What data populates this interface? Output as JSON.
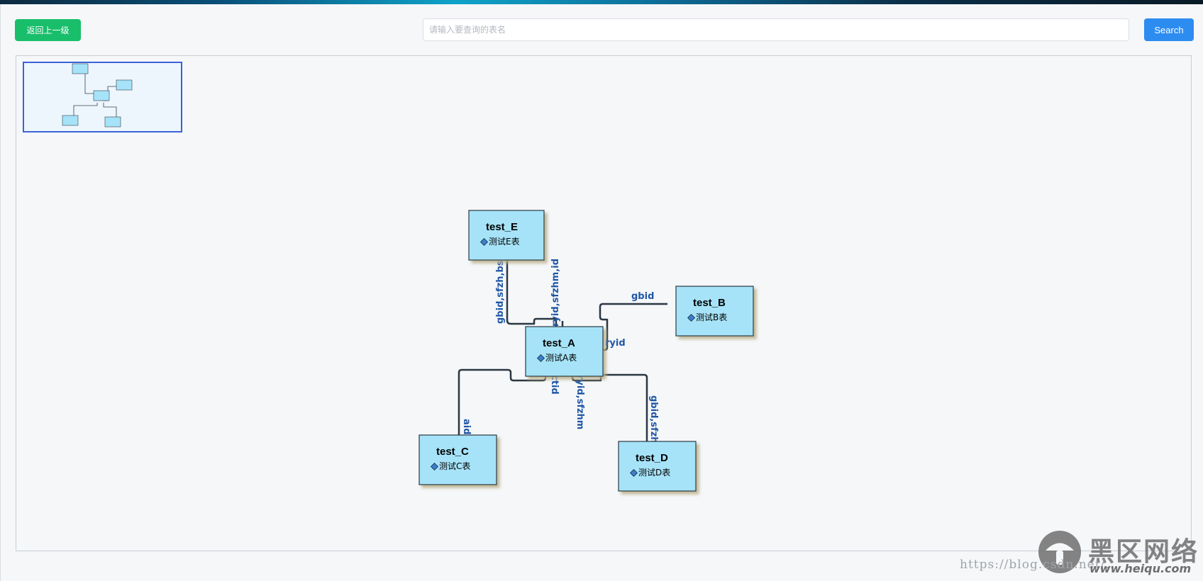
{
  "toolbar": {
    "back_label": "返回上一级",
    "search_placeholder": "请输入要查询的表名",
    "search_value": "",
    "search_label": "Search"
  },
  "colors": {
    "back_button": "#19be6b",
    "search_button": "#2d8cf0",
    "node_fill": "#a6e3f8",
    "edge_stroke": "#2b3742",
    "edge_label": "#1f56a4"
  },
  "diagram": {
    "nodes": [
      {
        "id": "A",
        "title": "test_A",
        "subtitle": "测试A表"
      },
      {
        "id": "B",
        "title": "test_B",
        "subtitle": "测试B表"
      },
      {
        "id": "C",
        "title": "test_C",
        "subtitle": "测试C表"
      },
      {
        "id": "D",
        "title": "test_D",
        "subtitle": "测试D表"
      },
      {
        "id": "E",
        "title": "test_E",
        "subtitle": "测试E表"
      }
    ],
    "edges": [
      {
        "from": "E",
        "to": "A",
        "label": "gbid,sfzh,bsm"
      },
      {
        "from": "A",
        "to": "E",
        "label": "ryid,sfzhm,id"
      },
      {
        "from": "A",
        "to": "B",
        "label": "gbid"
      },
      {
        "from": "A",
        "to": "B",
        "label": "ryid"
      },
      {
        "from": "A",
        "to": "C",
        "label": "aid"
      },
      {
        "from": "A",
        "to": "C",
        "label": "ctid"
      },
      {
        "from": "A",
        "to": "D",
        "label": "ryid,sfzhm"
      },
      {
        "from": "A",
        "to": "D",
        "label": "gbid,sfzh"
      }
    ]
  },
  "watermark": {
    "logo_icon": "heiqu-mushroom-logo-icon",
    "brand": "黑区网络",
    "site": "www.heiqu.com",
    "source_url": "https://blog.csdn.net/..."
  }
}
